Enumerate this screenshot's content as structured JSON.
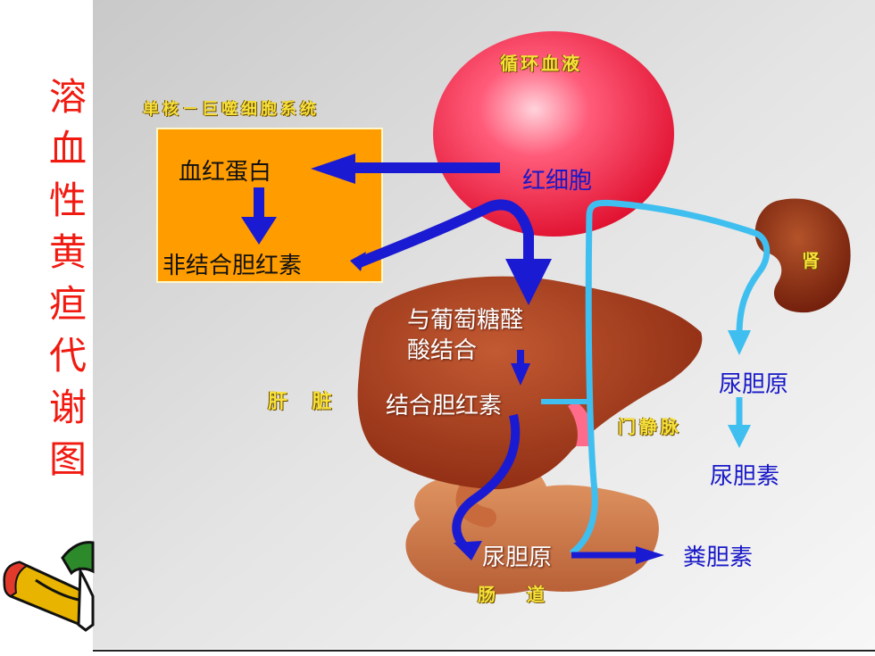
{
  "title_chars": [
    "溶",
    "血",
    "性",
    "黄",
    "疸",
    "代",
    "谢",
    "图"
  ],
  "labels": {
    "circulation": "循环血液",
    "mono_system": "单核－巨噬细胞系统",
    "hemoglobin": "血红蛋白",
    "unconj_bilirubin": "非结合胆红素",
    "rbc": "红细胞",
    "glucuronide": "与葡萄糖醛",
    "glucuronide2": "酸结合",
    "liver": "肝 脏",
    "conj_bilirubin": "结合胆红素",
    "portal_vein": "门静脉",
    "kidney": "肾",
    "urobilinogen_kidney": "尿胆原",
    "urobilin": "尿胆素",
    "urobilinogen_intestine": "尿胆原",
    "stercobilin": "粪胆素",
    "intestine": "肠 道"
  },
  "colors": {
    "title": "#f11a10",
    "dark_arrow": "#1a1ad2",
    "light_arrow": "#3fbff0",
    "rbc_sphere": "#ff2d55",
    "orange_box": "#ff9c00",
    "liver": "#a5381a",
    "intestine": "#cf7a4b"
  },
  "icons": [
    "pencil-icon"
  ]
}
